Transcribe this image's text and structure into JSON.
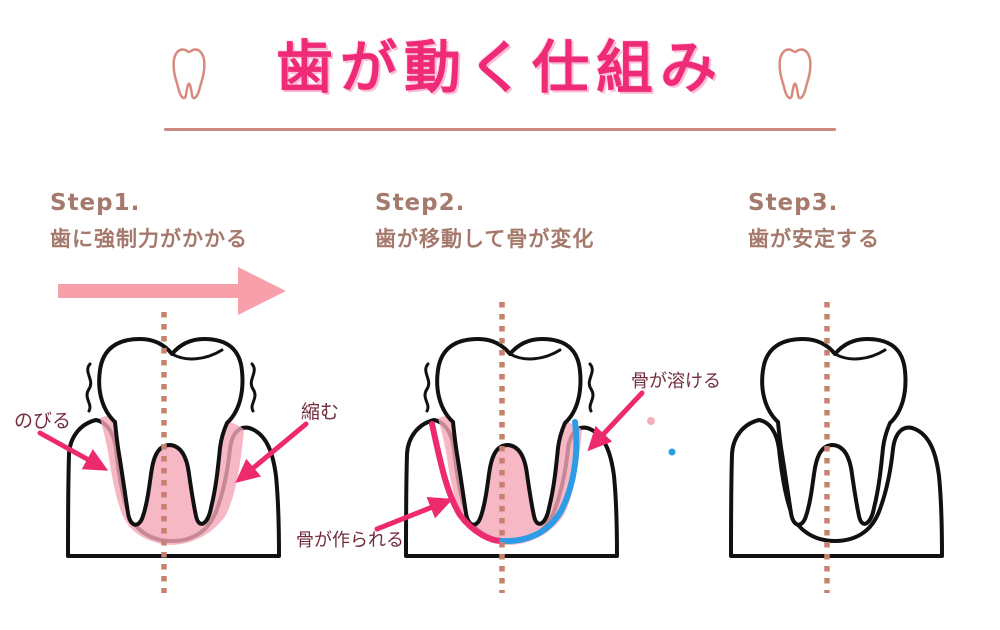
{
  "title": {
    "text": "歯が動く仕組み"
  },
  "steps": [
    {
      "num": "Step1.",
      "caption": "歯に強制力がかかる"
    },
    {
      "num": "Step2.",
      "caption": "歯が移動して骨が変化"
    },
    {
      "num": "Step3.",
      "caption": "歯が安定する"
    }
  ],
  "annotations": {
    "stretch": "のびる",
    "shrink": "縮む",
    "bone_dissolves": "骨が溶ける",
    "bone_created": "骨が作られる"
  },
  "colors": {
    "title_pink": "#ef2b78",
    "heading_brown": "#a5796c",
    "label_maroon": "#732c3c",
    "force_arrow_pink": "#f79fab",
    "ligament_pink": "#f5a6b8",
    "pointer_magenta": "#ee2a6e",
    "bone_dissolve_blue": "#2d9ce6",
    "dotted_axis": "#c9806f",
    "tooth_icon_outline": "#d78b7e",
    "divider_line": "#c9897c",
    "ink": "#111111"
  }
}
